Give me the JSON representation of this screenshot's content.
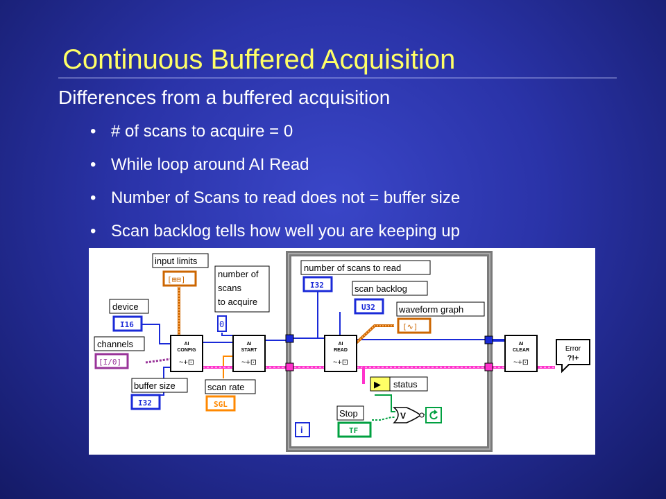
{
  "slide": {
    "title": "Continuous Buffered Acquisition",
    "subtitle": "Differences from a buffered acquisition",
    "bullets": [
      "# of scans to acquire = 0",
      "While loop around AI Read",
      "Number of Scans to read does not = buffer size",
      "Scan backlog tells how well you are keeping up"
    ],
    "bullet_marker": "•"
  },
  "colors": {
    "title": "#ffff66",
    "text": "#ffffff",
    "background": "#2a33a8",
    "wire_blue": "#1a2ad8",
    "wire_pink": "#ff33cc",
    "wire_orange": "#ff8800",
    "wire_green": "#00a040",
    "wire_purple": "#993399",
    "loop_border": "#808080"
  },
  "diagram": {
    "labels": {
      "input_limits": "input limits",
      "device": "device",
      "channels": "channels",
      "buffer_size": "buffer size",
      "number_of_scans_line1": "number of",
      "number_of_scans_line2": "scans",
      "number_of_scans_line3": "to acquire",
      "scan_rate": "scan rate",
      "number_of_scans_to_read": "number of scans to read",
      "scan_backlog": "scan backlog",
      "waveform_graph": "waveform graph",
      "status": "status",
      "stop": "Stop"
    },
    "terminals": {
      "input_limits": "[⊞⊟]",
      "device": "I16",
      "channels": "[I/0]",
      "buffer_size": "I32",
      "number_of_scans": "0",
      "scan_rate": "SGL",
      "number_of_scans_to_read": "I32",
      "scan_backlog": "U32",
      "waveform_graph": "[∿]",
      "stop": "TF",
      "loop_iteration": "i",
      "logic_gate": "V"
    },
    "vis": {
      "ai_config_line1": "AI",
      "ai_config_line2": "CONFIG",
      "ai_start_line1": "AI",
      "ai_start_line2": "START",
      "ai_read_line1": "AI",
      "ai_read_line2": "READ",
      "ai_clear_line1": "AI",
      "ai_clear_line2": "CLEAR",
      "error_line1": "Error",
      "error_line2": "?!+",
      "vi_glyph": "~+⊡"
    }
  }
}
